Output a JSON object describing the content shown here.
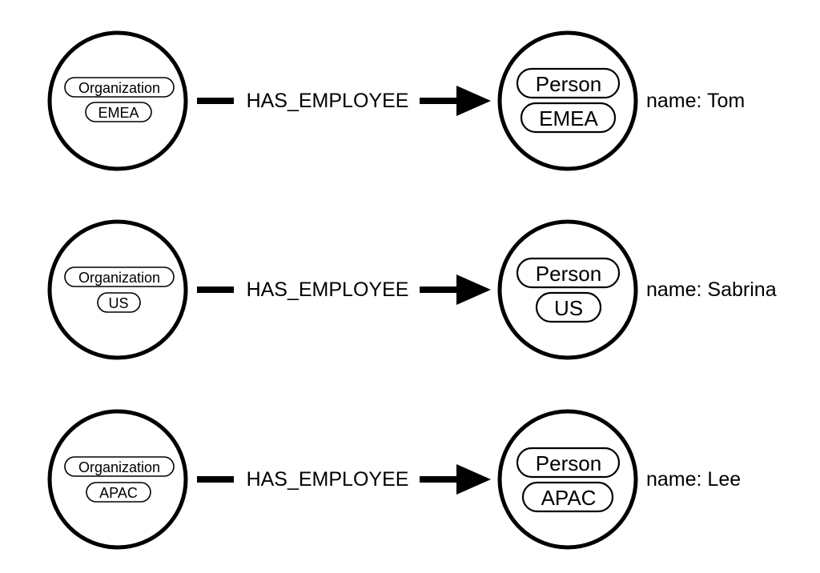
{
  "colors": {
    "stroke": "#000000",
    "background": "#ffffff"
  },
  "rows": [
    {
      "source": {
        "labels": [
          "Organization",
          "EMEA"
        ]
      },
      "relationship": "HAS_EMPLOYEE",
      "target": {
        "labels": [
          "Person",
          "EMEA"
        ]
      },
      "property": "name: Tom"
    },
    {
      "source": {
        "labels": [
          "Organization",
          "US"
        ]
      },
      "relationship": "HAS_EMPLOYEE",
      "target": {
        "labels": [
          "Person",
          "US"
        ]
      },
      "property": "name: Sabrina"
    },
    {
      "source": {
        "labels": [
          "Organization",
          "APAC"
        ]
      },
      "relationship": "HAS_EMPLOYEE",
      "target": {
        "labels": [
          "Person",
          "APAC"
        ]
      },
      "property": "name: Lee"
    }
  ]
}
